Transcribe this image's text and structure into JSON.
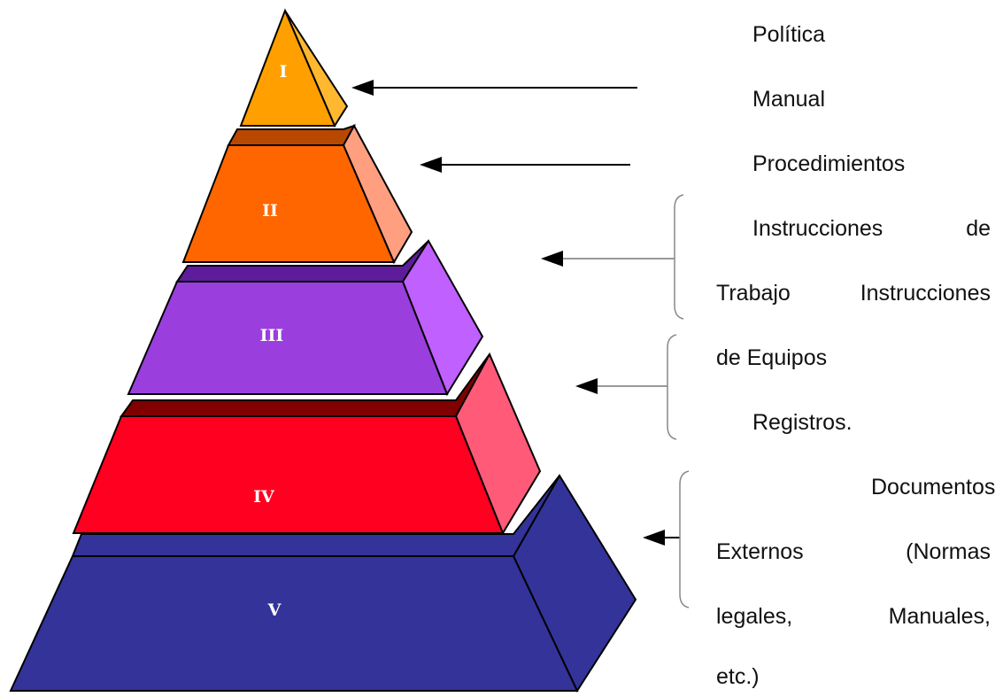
{
  "pyramid": {
    "levels": [
      {
        "id": "I",
        "label": "I",
        "front": "#FFA000",
        "top": "#C85A00",
        "side": "#FFB830"
      },
      {
        "id": "II",
        "label": "II",
        "front": "#FF6600",
        "top": "#B84800",
        "side": "#FF9F80"
      },
      {
        "id": "III",
        "label": "III",
        "front": "#9A3FDE",
        "top": "#5E1C9A",
        "side": "#C060FF"
      },
      {
        "id": "IV",
        "label": "IV",
        "front": "#FF0020",
        "top": "#800000",
        "side": "#FF5A78"
      },
      {
        "id": "V",
        "label": "V",
        "front": "#33339A",
        "top": "#33339A",
        "side": "#33339A"
      }
    ]
  },
  "documents": {
    "politica": "Política",
    "manual": "Manual",
    "procedimientos": "Procedimientos",
    "instrucciones_line1": [
      "Instrucciones",
      "de"
    ],
    "instrucciones_line2": [
      "Trabajo",
      "Instrucciones"
    ],
    "instrucciones_line3": "de Equipos",
    "registros": "Registros.",
    "externos_line1": "Documentos",
    "externos_line2": [
      "Externos",
      "(Normas"
    ],
    "externos_line3": [
      "legales,",
      "Manuales,"
    ],
    "externos_line4": "etc.)"
  },
  "colors": {
    "arrow_black": "#000000",
    "arrow_gray": "#999999",
    "outline": "#000000"
  }
}
